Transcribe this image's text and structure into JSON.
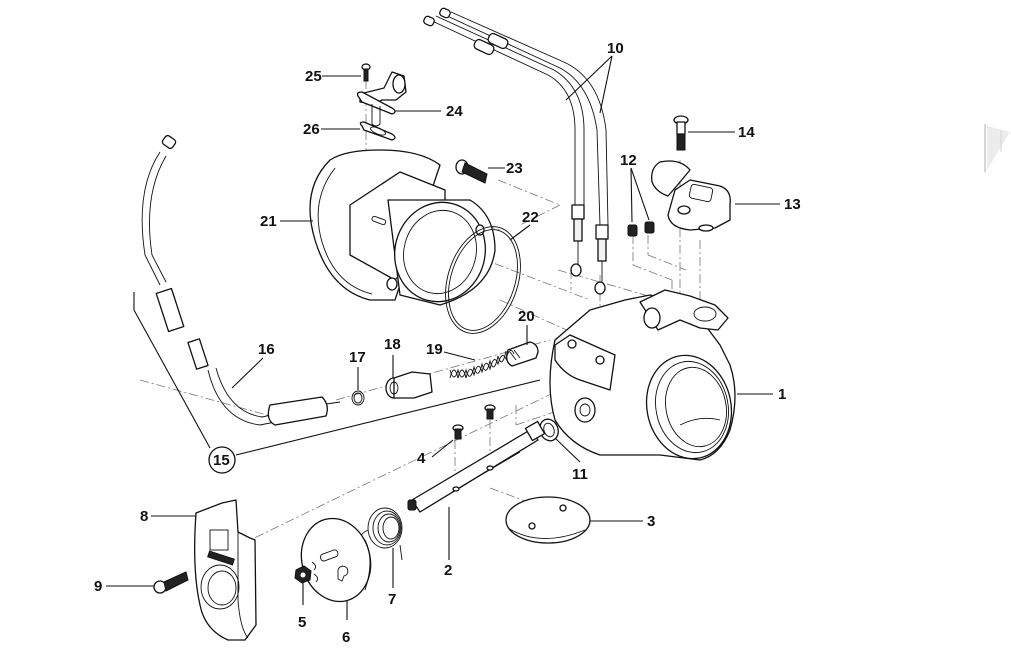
{
  "diagram": {
    "type": "exploded-parts-diagram",
    "subject": "throttle body assembly",
    "callouts": [
      {
        "id": "1",
        "label": "1"
      },
      {
        "id": "2",
        "label": "2"
      },
      {
        "id": "3",
        "label": "3"
      },
      {
        "id": "4",
        "label": "4"
      },
      {
        "id": "5",
        "label": "5"
      },
      {
        "id": "6",
        "label": "6"
      },
      {
        "id": "7",
        "label": "7"
      },
      {
        "id": "8",
        "label": "8"
      },
      {
        "id": "9",
        "label": "9"
      },
      {
        "id": "10",
        "label": "10"
      },
      {
        "id": "11",
        "label": "11"
      },
      {
        "id": "12",
        "label": "12"
      },
      {
        "id": "13",
        "label": "13"
      },
      {
        "id": "14",
        "label": "14"
      },
      {
        "id": "15",
        "label": "15",
        "circled": true
      },
      {
        "id": "16",
        "label": "16"
      },
      {
        "id": "17",
        "label": "17"
      },
      {
        "id": "18",
        "label": "18"
      },
      {
        "id": "19",
        "label": "19"
      },
      {
        "id": "20",
        "label": "20"
      },
      {
        "id": "21",
        "label": "21"
      },
      {
        "id": "22",
        "label": "22"
      },
      {
        "id": "23",
        "label": "23"
      },
      {
        "id": "24",
        "label": "24"
      },
      {
        "id": "25",
        "label": "25"
      },
      {
        "id": "26",
        "label": "26"
      }
    ]
  },
  "navigation": {
    "next_page_icon": "page-turn-arrow-icon"
  }
}
